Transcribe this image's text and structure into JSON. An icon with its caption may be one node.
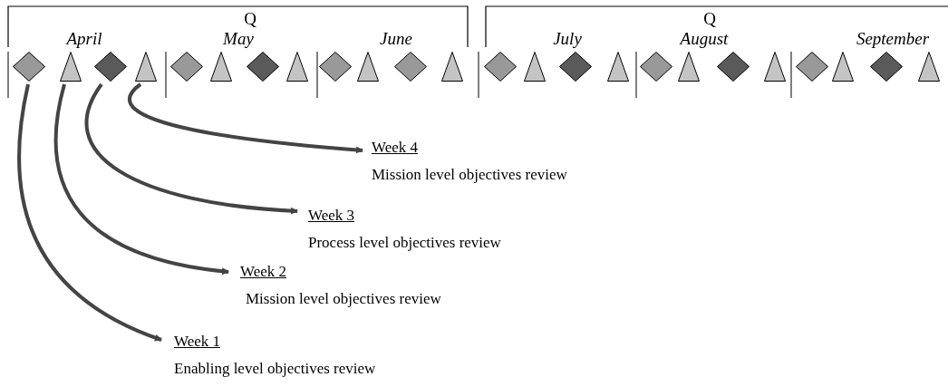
{
  "diagram": {
    "nodes": [
      {
        "text": [],
        "shape": "diamond"
      },
      {
        "text": [],
        "shape": "triangle"
      },
      {
        "text": [],
        "shape": "diamond"
      },
      {
        "text": [],
        "shape": "triangle"
      },
      {
        "text": [],
        "shape": "diamond"
      },
      {
        "text": [],
        "shape": "triangle"
      },
      {
        "text": [],
        "shape": "diamond"
      },
      {
        "text": [],
        "shape": "triangle"
      },
      {
        "text": [],
        "shape": "diamond"
      },
      {
        "text": [],
        "shape": "triangle"
      },
      {
        "text": [],
        "shape": "diamond"
      },
      {
        "text": [],
        "shape": "triangle"
      },
      {
        "text": [],
        "shape": "diamond"
      },
      {
        "text": [],
        "shape": "triangle"
      },
      {
        "text": [],
        "shape": "diamond"
      },
      {
        "text": [],
        "shape": "triangle"
      },
      {
        "text": [],
        "shape": "diamond"
      },
      {
        "text": [],
        "shape": "triangle"
      },
      {
        "text": [],
        "shape": "diamond"
      },
      {
        "text": [],
        "shape": "triangle"
      },
      {
        "text": [],
        "shape": "diamond"
      },
      {
        "text": [],
        "shape": "triangle"
      },
      {
        "text": [],
        "shape": "diamond"
      },
      {
        "text": [],
        "shape": "triangle"
      },
      {
        "text": [
          "Week 4",
          "Mission level objectives review"
        ]
      },
      {
        "text": [
          "Week 3",
          "Process level objectives review"
        ]
      },
      {
        "text": [
          "Week 2",
          "Mission level objectives review"
        ]
      },
      {
        "text": [
          "Week 1",
          "Enabling level objectives review"
        ]
      }
    ],
    "edges": [
      {
        "from": 3,
        "to": 24,
        "arrow": "to"
      },
      {
        "from": 2,
        "to": 25,
        "arrow": "to"
      },
      {
        "from": 1,
        "to": 26,
        "arrow": "to"
      },
      {
        "from": 0,
        "to": 27,
        "arrow": "to"
      }
    ],
    "labels": [
      "Q",
      "April",
      "May",
      "June",
      "Q",
      "July",
      "August",
      "September"
    ]
  }
}
